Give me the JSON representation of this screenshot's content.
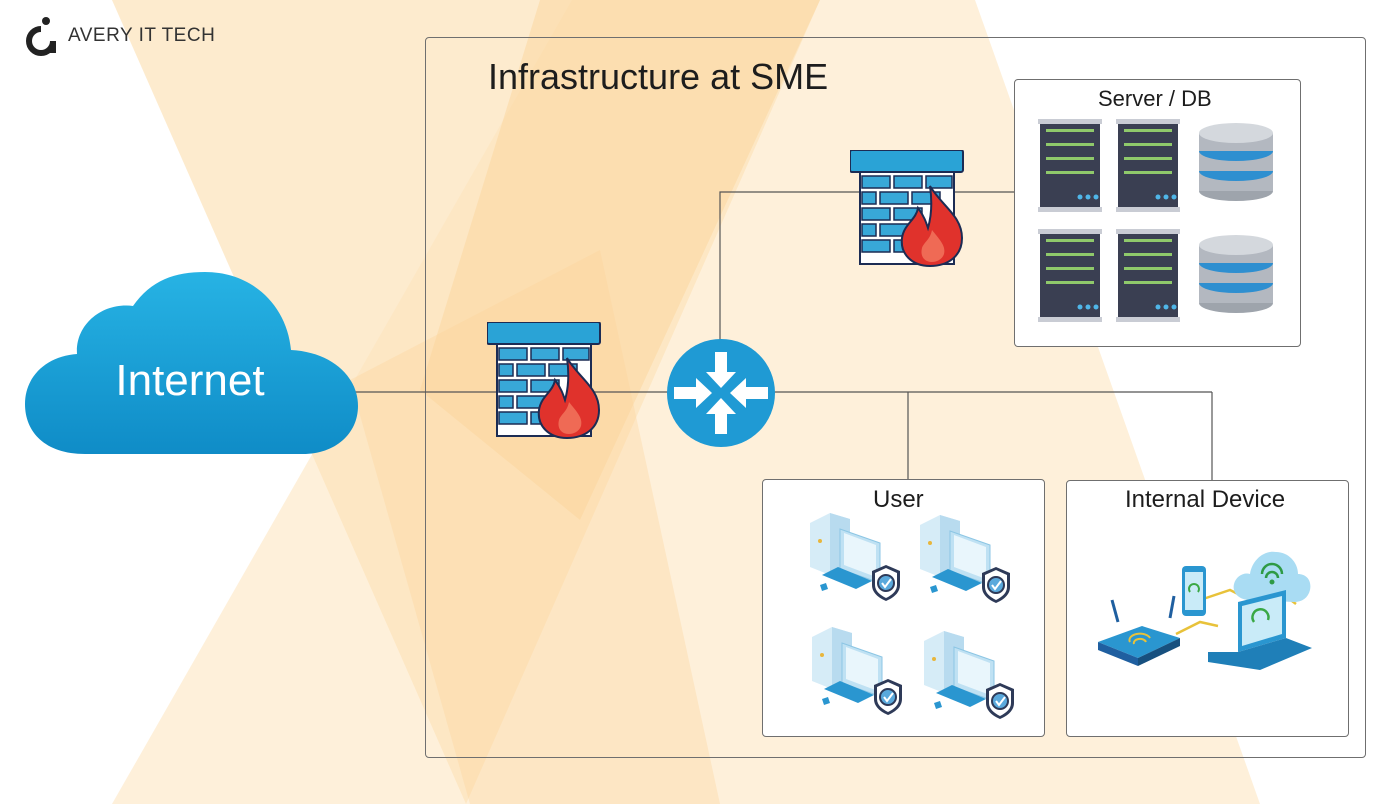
{
  "brand": {
    "name": "AVERY IT TECH",
    "logo_icon": "avery-logo-icon"
  },
  "title": "Infrastructure at SME",
  "nodes": {
    "internet": {
      "label": "Internet",
      "icon": "cloud-icon"
    },
    "edge_firewall": {
      "icon": "firewall-icon"
    },
    "router": {
      "icon": "router-icon"
    },
    "server_firewall": {
      "icon": "firewall-icon"
    },
    "server_group": {
      "label": "Server / DB",
      "items": [
        "server-icon",
        "server-icon",
        "database-icon",
        "server-icon",
        "server-icon",
        "database-icon"
      ]
    },
    "user_group": {
      "label": "User",
      "items": [
        "secured-computer-icon",
        "secured-computer-icon",
        "secured-computer-icon",
        "secured-computer-icon"
      ]
    },
    "internal_group": {
      "label": "Internal Device",
      "items": [
        "wifi-router-icon",
        "phone-icon",
        "laptop-icon",
        "cloud-wifi-icon"
      ]
    }
  },
  "colors": {
    "cloud": "#1a9fd6",
    "brick": "#3aa9d8",
    "flame": "#e0322c",
    "router": "#1f9ad4",
    "backdrop": "#fde7c2",
    "frame": "#6f6f6f"
  }
}
